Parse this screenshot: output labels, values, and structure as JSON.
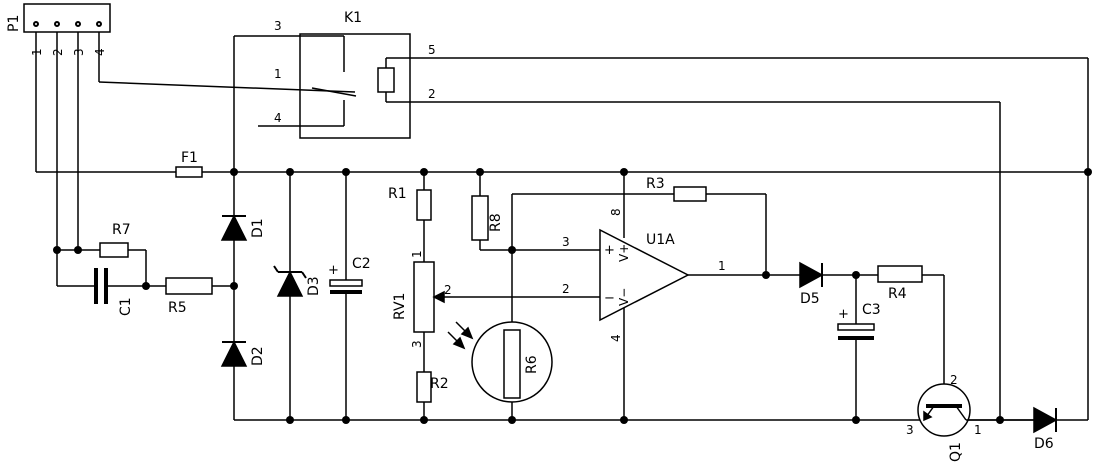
{
  "components": {
    "P1": {
      "ref": "P1",
      "pins": [
        "1",
        "2",
        "3",
        "4"
      ]
    },
    "K1": {
      "ref": "K1",
      "pins": [
        "3",
        "1",
        "4",
        "5",
        "2"
      ]
    },
    "F1": {
      "ref": "F1"
    },
    "R1": {
      "ref": "R1"
    },
    "R2": {
      "ref": "R2"
    },
    "R3": {
      "ref": "R3"
    },
    "R4": {
      "ref": "R4"
    },
    "R5": {
      "ref": "R5"
    },
    "R6": {
      "ref": "R6"
    },
    "R7": {
      "ref": "R7"
    },
    "R8": {
      "ref": "R8"
    },
    "RV1": {
      "ref": "RV1",
      "pins": [
        "1",
        "2",
        "3"
      ]
    },
    "C1": {
      "ref": "C1"
    },
    "C2": {
      "ref": "C2",
      "polarity": "+"
    },
    "C3": {
      "ref": "C3",
      "polarity": "+"
    },
    "D1": {
      "ref": "D1"
    },
    "D2": {
      "ref": "D2"
    },
    "D3": {
      "ref": "D3"
    },
    "D5": {
      "ref": "D5"
    },
    "D6": {
      "ref": "D6"
    },
    "U1A": {
      "ref": "U1A",
      "pins": [
        "3",
        "2",
        "1",
        "8",
        "4"
      ],
      "in_plus": "+",
      "in_minus": "−",
      "vplus": "V+",
      "vminus": "V−"
    },
    "Q1": {
      "ref": "Q1",
      "pins": [
        "2",
        "3",
        "1"
      ]
    }
  }
}
